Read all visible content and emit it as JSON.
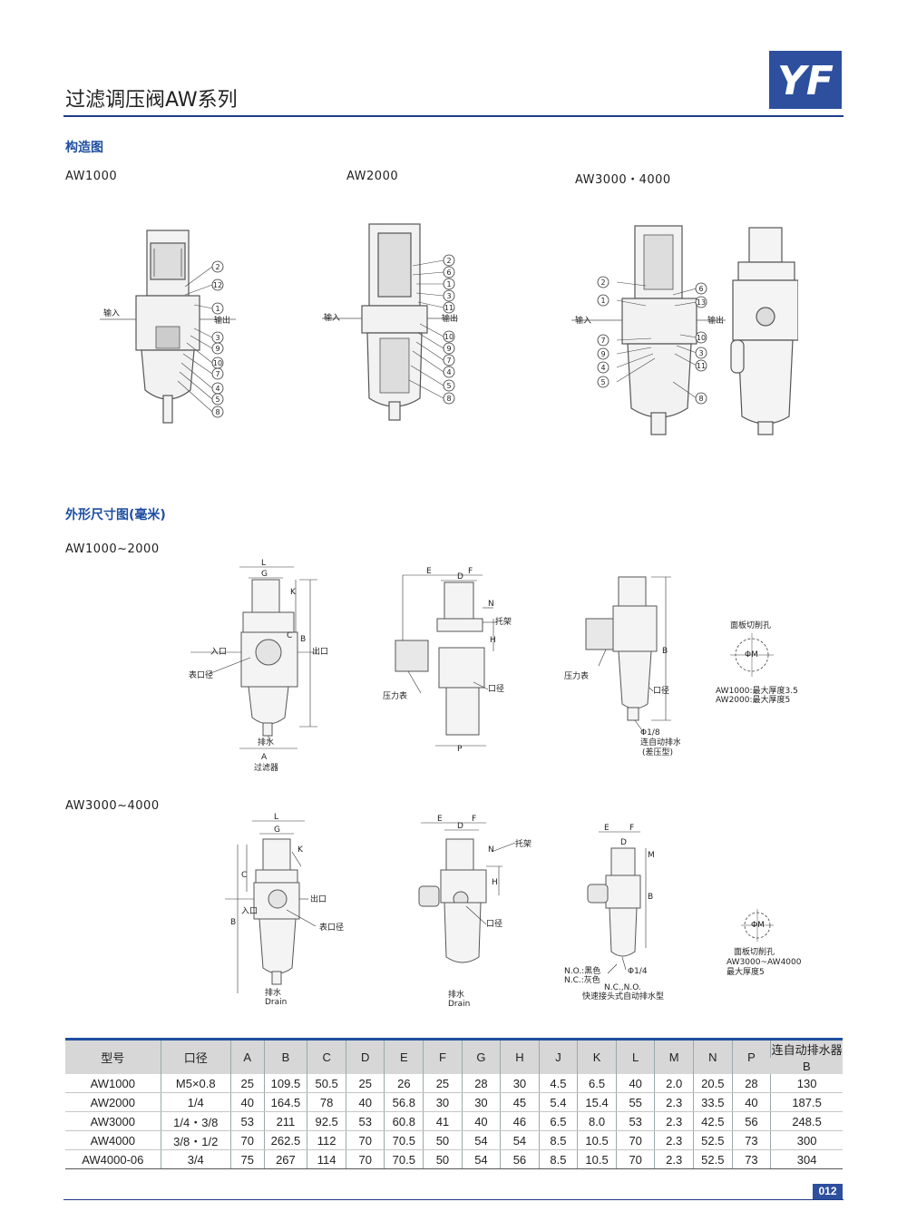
{
  "header": {
    "title": "过滤调压阀AW系列",
    "logo_text": "YF",
    "brand_color": "#2d4f9e"
  },
  "construction": {
    "heading": "构造图",
    "models": [
      "AW1000",
      "AW2000",
      "AW3000・4000"
    ],
    "input_label": "输入",
    "output_label": "输出",
    "aw1000_parts": [
      "2",
      "12",
      "1",
      "3",
      "9",
      "10",
      "7",
      "4",
      "5",
      "8"
    ],
    "aw2000_parts": [
      "2",
      "6",
      "1",
      "3",
      "11",
      "10",
      "9",
      "7",
      "4",
      "5",
      "8"
    ],
    "aw3000_parts_left": [
      "2",
      "1",
      "7",
      "9",
      "4",
      "5"
    ],
    "aw3000_parts_right": [
      "6",
      "13",
      "10",
      "3",
      "11",
      "8"
    ]
  },
  "dimensions": {
    "heading": "外形尺寸图(毫米)",
    "group1": "AW1000~2000",
    "group2": "AW3000~4000",
    "labels": {
      "inlet": "入口",
      "outlet": "出口",
      "gauge_port": "表口径",
      "drain": "排水",
      "drain_en": "Drain",
      "filter": "过滤器",
      "bracket": "托架",
      "port": "口径",
      "gauge": "压力表",
      "panel_cut": "面板切削孔",
      "auto_drain_thread": "Φ1/8",
      "auto_drain_1": "连自动排水器",
      "auto_drain_2": "(差压型)",
      "aw1000_note": "AW1000:最大厚度3.5",
      "aw2000_note": "AW2000:最大厚度5",
      "aw3000_note_1": "AW3000~AW4000",
      "aw3000_note_2": "最大厚度5",
      "no_color": "N.O.:黑色",
      "nc_color": "N.C.:灰色",
      "ncno": "N.C.,N.O.",
      "quick_drain": "快速接头式自动排水型",
      "quarter": "Φ1/4"
    }
  },
  "table": {
    "headers": [
      "型号",
      "口径",
      "A",
      "B",
      "C",
      "D",
      "E",
      "F",
      "G",
      "H",
      "J",
      "K",
      "L",
      "M",
      "N",
      "P"
    ],
    "last_header_top": "连自动排水器",
    "last_header_bottom": "B",
    "rows": [
      [
        "AW1000",
        "M5×0.8",
        "25",
        "109.5",
        "50.5",
        "25",
        "26",
        "25",
        "28",
        "30",
        "4.5",
        "6.5",
        "40",
        "2.0",
        "20.5",
        "28",
        "130"
      ],
      [
        "AW2000",
        "1/4",
        "40",
        "164.5",
        "78",
        "40",
        "56.8",
        "30",
        "30",
        "45",
        "5.4",
        "15.4",
        "55",
        "2.3",
        "33.5",
        "40",
        "187.5"
      ],
      [
        "AW3000",
        "1/4・3/8",
        "53",
        "211",
        "92.5",
        "53",
        "60.8",
        "41",
        "40",
        "46",
        "6.5",
        "8.0",
        "53",
        "2.3",
        "42.5",
        "56",
        "248.5"
      ],
      [
        "AW4000",
        "3/8・1/2",
        "70",
        "262.5",
        "112",
        "70",
        "70.5",
        "50",
        "54",
        "54",
        "8.5",
        "10.5",
        "70",
        "2.3",
        "52.5",
        "73",
        "300"
      ],
      [
        "AW4000-06",
        "3/4",
        "75",
        "267",
        "114",
        "70",
        "70.5",
        "50",
        "54",
        "56",
        "8.5",
        "10.5",
        "70",
        "2.3",
        "52.5",
        "73",
        "304"
      ]
    ]
  },
  "footer": {
    "page": "012"
  }
}
